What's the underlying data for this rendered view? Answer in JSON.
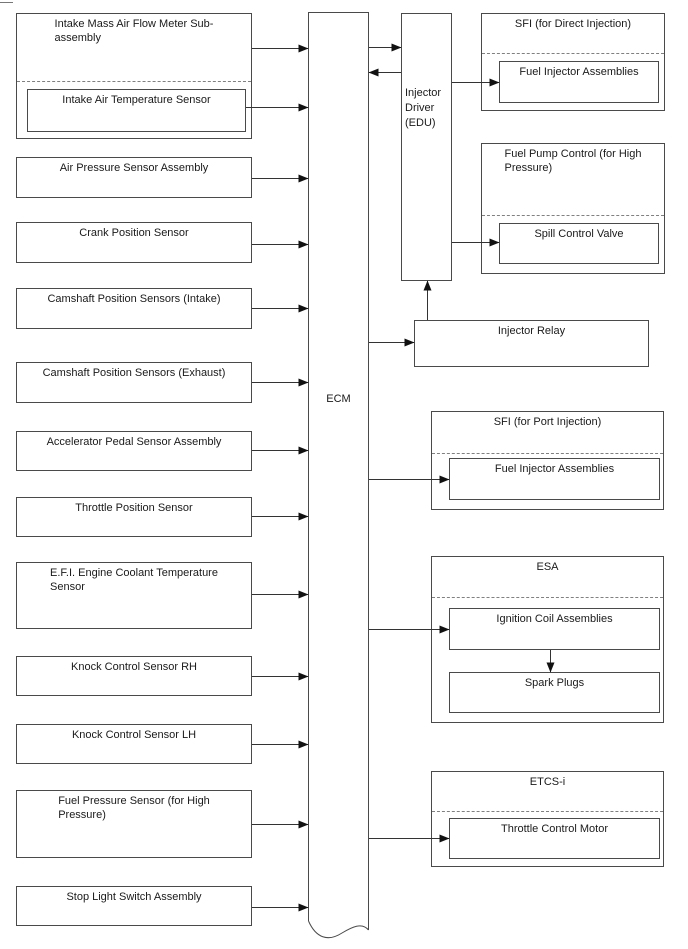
{
  "diagram": {
    "title_hint": "ECM system wiring block diagram",
    "ecm": {
      "label": "ECM"
    },
    "injector_driver": {
      "label": "Injector\nDriver\n(EDU)"
    },
    "inputs": [
      {
        "label": "Intake Mass Air Flow Meter Sub-\nassembly",
        "sub_label": "Intake Air Temperature Sensor"
      },
      {
        "label": "Air Pressure Sensor Assembly"
      },
      {
        "label": "Crank Position Sensor"
      },
      {
        "label": "Camshaft Position Sensors (Intake)"
      },
      {
        "label": "Camshaft Position Sensors (Exhaust)"
      },
      {
        "label": "Accelerator Pedal Sensor Assembly"
      },
      {
        "label": "Throttle Position Sensor"
      },
      {
        "label": "E.F.I. Engine Coolant Temperature\nSensor"
      },
      {
        "label": "Knock Control Sensor RH"
      },
      {
        "label": "Knock Control Sensor LH"
      },
      {
        "label": "Fuel Pressure Sensor (for High\nPressure)"
      },
      {
        "label": "Stop Light Switch Assembly"
      }
    ],
    "outputs": {
      "sfi_direct": {
        "title": "SFI (for Direct Injection)",
        "sub": "Fuel Injector Assemblies"
      },
      "fuel_pump_control": {
        "title": "Fuel Pump Control (for High\nPressure)",
        "sub": "Spill Control Valve"
      },
      "injector_relay": {
        "title": "Injector Relay"
      },
      "sfi_port": {
        "title": "SFI (for Port Injection)",
        "sub": "Fuel Injector Assemblies"
      },
      "esa": {
        "title": "ESA",
        "sub1": "Ignition Coil Assemblies",
        "sub2": "Spark Plugs"
      },
      "etcs_i": {
        "title": "ETCS-i",
        "sub": "Throttle Control Motor"
      }
    }
  }
}
